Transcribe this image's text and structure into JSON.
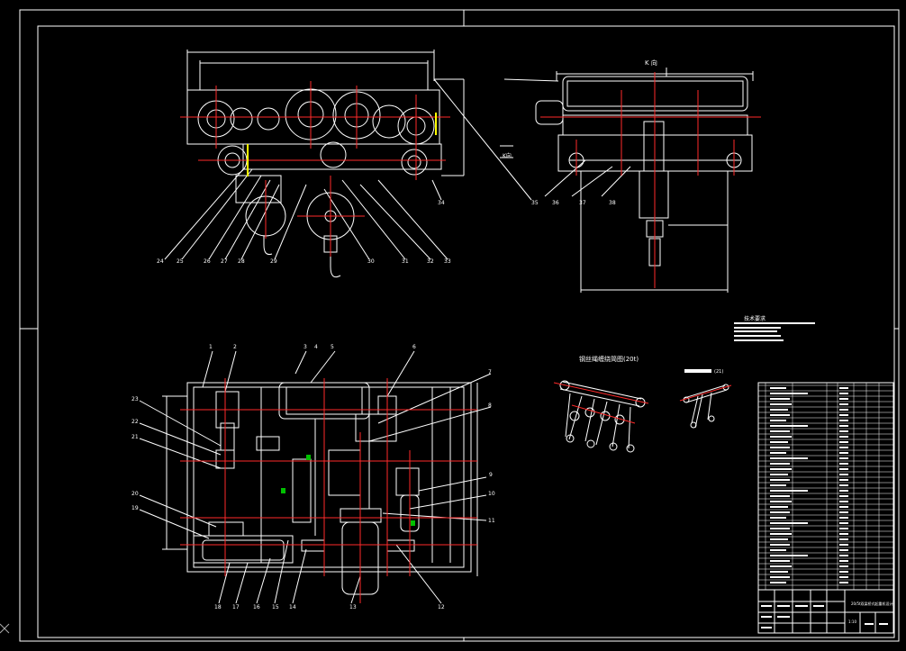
{
  "colors": {
    "bg": "#000000",
    "line": "#ffffff",
    "red": "#ff2a2a",
    "yellow": "#ffff00",
    "green": "#00c000"
  },
  "views": {
    "k_view_title": "K 向",
    "k_arrow_label": "K向",
    "rope_title": "钢丝绳缠绕简图(20t)",
    "rope_small_label": "(21)",
    "tech_title": "技术要求"
  },
  "part_numbers": {
    "top": [
      "24",
      "25",
      "26",
      "27",
      "28",
      "29",
      "30",
      "31",
      "32",
      "33",
      "34",
      "35",
      "36",
      "37",
      "38"
    ],
    "bottom_top_row": [
      "1",
      "2",
      "3",
      "4",
      "5",
      "6"
    ],
    "bottom_right": [
      "7",
      "8",
      "9",
      "10",
      "11",
      "12"
    ],
    "bottom_bottom_row": [
      "18",
      "17",
      "16",
      "15",
      "14",
      "13"
    ],
    "bottom_left": [
      "23",
      "22",
      "21",
      "20",
      "19"
    ]
  },
  "title_block": {
    "name": "20/5t双梁桥式起重机设计",
    "scale": "1:10"
  }
}
